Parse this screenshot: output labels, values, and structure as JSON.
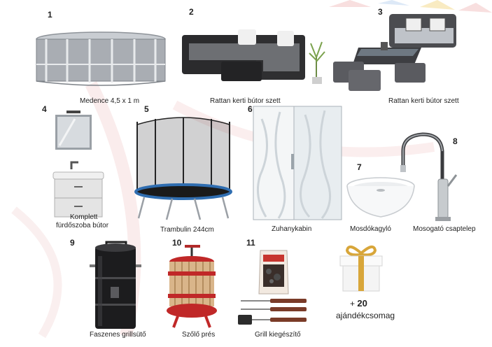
{
  "items": [
    {
      "number": "1",
      "caption": "Medence 4,5 x 1 m"
    },
    {
      "number": "2",
      "caption": "Rattan kerti bútor szett"
    },
    {
      "number": "3",
      "caption": "Rattan kerti bútor szett"
    },
    {
      "number": "4",
      "caption_line1": "Komplett",
      "caption_line2": "fürdőszoba bútor"
    },
    {
      "number": "5",
      "caption": "Trambulin 244cm"
    },
    {
      "number": "6",
      "caption": "Zuhanykabin"
    },
    {
      "number": "7",
      "caption": "Mosdókagyló"
    },
    {
      "number": "8",
      "caption": "Mosogató csaptelep"
    },
    {
      "number": "9",
      "caption": "Faszenes grillsütő"
    },
    {
      "number": "10",
      "caption": "Szőlő prés"
    },
    {
      "number": "11",
      "caption": "Grill kiegészítő"
    }
  ],
  "bonus": {
    "prefix": "+",
    "count": "20",
    "label": "ajándékcsomag"
  },
  "colors": {
    "confetti_red": "#e88a8a",
    "confetti_blue": "#9ec3e6",
    "confetti_yellow": "#f0d27a",
    "gift_ribbon": "#d8a63a"
  }
}
